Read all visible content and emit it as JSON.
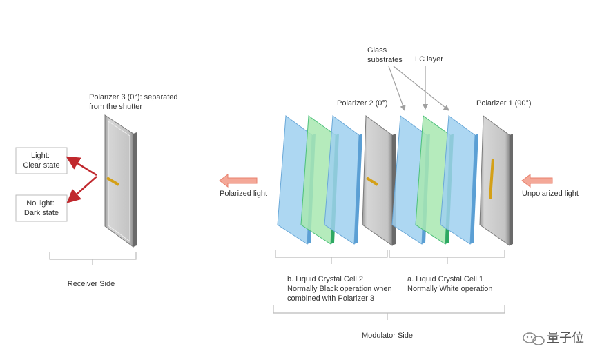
{
  "labels": {
    "polarizer3": [
      "Polarizer 3 (0°): separated",
      "from the shutter"
    ],
    "light_box": [
      "Light:",
      "Clear state"
    ],
    "nolight_box": [
      "No light:",
      "Dark state"
    ],
    "receiver_side": "Receiver Side",
    "polarized_light": "Polarized light",
    "polarizer2": "Polarizer 2 (0°)",
    "glass_substrates": [
      "Glass",
      "substrates"
    ],
    "lc_layer": "LC layer",
    "polarizer1": "Polarizer 1 (90°)",
    "unpolarized_light": "Unpolarized light",
    "cell2": [
      "b. Liquid Crystal Cell 2",
      "Normally Black operation when",
      "combined with Polarizer 3"
    ],
    "cell1": [
      "a. Liquid Crystal Cell 1",
      "Normally White operation"
    ],
    "modulator_side": "Modulator Side",
    "watermark": "量子位"
  },
  "colors": {
    "polarizer_gray": "#bfbfbf",
    "polarizer_axis": "#d4a017",
    "glass_blue": "#9fd0f0",
    "lc_green": "#a8e8b0",
    "red_arrow": "#c0282d",
    "light_arrow": "#f4a898",
    "bracket": "#bbbbbb"
  }
}
